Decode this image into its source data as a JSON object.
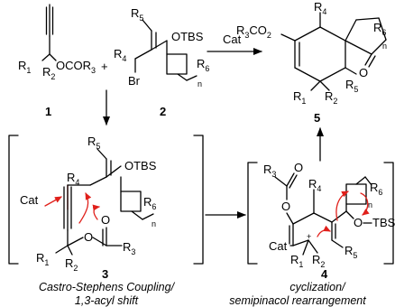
{
  "compounds": {
    "c1": {
      "number": "1",
      "r1": "R",
      "r1_sub": "1",
      "r2": "R",
      "r2_sub": "2",
      "ester": "OCOR",
      "ester_sub": "3"
    },
    "plus": "+",
    "c2": {
      "number": "2",
      "r5": "R",
      "r5_sub": "5",
      "r4": "R",
      "r4_sub": "4",
      "otbs": "OTBS",
      "br": "Br",
      "r6": "R",
      "r6_sub": "6",
      "n": "n"
    },
    "c5": {
      "number": "5",
      "r3co2": "R",
      "r3co2_sub": "3",
      "r3co2_tail": "CO",
      "co2_sub": "2",
      "r4": "R",
      "r4_sub": "4",
      "r6": "R",
      "r6_sub": "6",
      "n": "n",
      "o": "O",
      "r1": "R",
      "r1_sub": "1",
      "r2": "R",
      "r2_sub": "2",
      "r5": "R",
      "r5_sub": "5"
    },
    "c3": {
      "number": "3",
      "r5": "R",
      "r5_sub": "5",
      "r4": "R",
      "r4_sub": "4",
      "otbs": "OTBS",
      "cat": "Cat",
      "o1": "O",
      "o2": "O",
      "r6": "R",
      "r6_sub": "6",
      "n": "n",
      "r1": "R",
      "r1_sub": "1",
      "r2": "R",
      "r2_sub": "2",
      "r3": "R",
      "r3_sub": "3"
    },
    "c4": {
      "number": "4",
      "r3": "R",
      "r3_sub": "3",
      "o1": "O",
      "o2": "O",
      "r4": "R",
      "r4_sub": "4",
      "r6": "R",
      "r6_sub": "6",
      "n": "n",
      "o_tbs": "O",
      "tbs": "TBS",
      "cat": "Cat",
      "plus": "+",
      "r1": "R",
      "r1_sub": "1",
      "r2": "R",
      "r2_sub": "2",
      "r5": "R",
      "r5_sub": "5"
    }
  },
  "arrows": {
    "cat_label": "Cat"
  },
  "captions": {
    "step3_line1": "Castro-Stephens Coupling/",
    "step3_line2": "1,3-acyl shift",
    "step4_line1": "cyclization/",
    "step4_line2": "semipinacol rearrangement"
  },
  "colors": {
    "arrow_red": "#e0201b",
    "ink": "#000000"
  }
}
